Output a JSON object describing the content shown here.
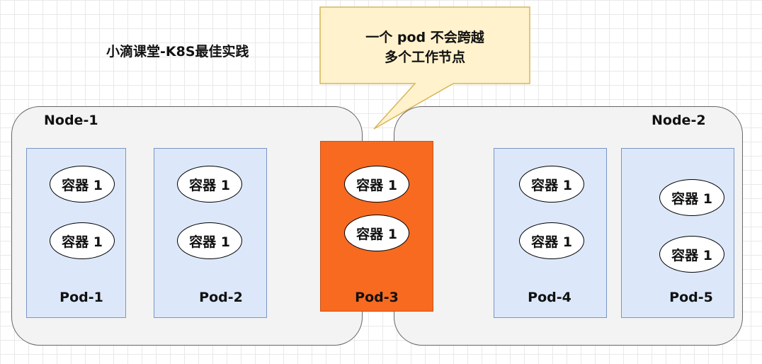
{
  "diagram": {
    "title": "小滴课堂-K8S最佳实践",
    "callout": {
      "line1": "一个 pod 不会跨越",
      "line2": "多个工作节点"
    },
    "nodes": [
      {
        "label": "Node-1"
      },
      {
        "label": "Node-2"
      }
    ],
    "pods": [
      {
        "label": "Pod-1",
        "containers": [
          "容器 1",
          "容器 1"
        ]
      },
      {
        "label": "Pod-2",
        "containers": [
          "容器 1",
          "容器 1"
        ]
      },
      {
        "label": "Pod-3",
        "containers": [
          "容器 1",
          "容器 1"
        ]
      },
      {
        "label": "Pod-4",
        "containers": [
          "容器 1",
          "容器 1"
        ]
      },
      {
        "label": "Pod-5",
        "containers": [
          "容器 1",
          "容器 1"
        ]
      }
    ],
    "colors": {
      "node_fill": "#f3f3f3",
      "pod_fill": "#dce8fa",
      "pod_highlight_fill": "#f76a20",
      "callout_fill": "#fff2cc"
    }
  }
}
